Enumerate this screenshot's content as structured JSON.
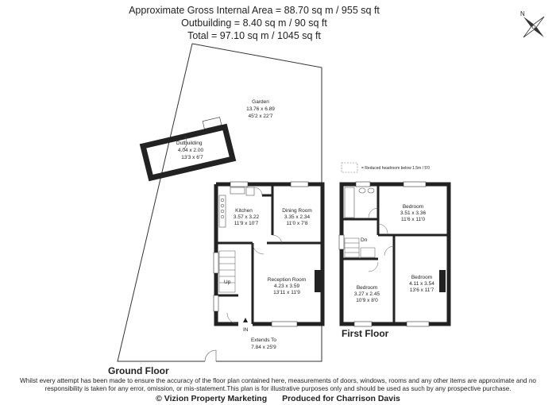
{
  "header": {
    "gross_area": "Approximate Gross Internal Area = 88.70 sq m / 955 sq ft",
    "outbuilding_area": "Outbuilding = 8.40 sq m / 90 sq ft",
    "total_area": "Total = 97.10 sq m / 1045 sq ft"
  },
  "compass": {
    "label": "N"
  },
  "legend": {
    "reduced_headroom": "= Reduced headroom below 1.5m / 5'0"
  },
  "ground_floor": {
    "label": "Ground Floor",
    "garden": {
      "name": "Garden",
      "metric": "13.76 x 6.89",
      "imperial": "45'2 x 22'7"
    },
    "outbuilding": {
      "name": "Outbuilding",
      "metric": "4.04 x 2.00",
      "imperial": "13'3 x 6'7"
    },
    "kitchen": {
      "name": "Kitchen",
      "metric": "3.57 x 3.22",
      "imperial": "11'9 x 10'7"
    },
    "dining": {
      "name": "Dining Room",
      "metric": "3.35 x 2.34",
      "imperial": "11'0 x 7'8"
    },
    "reception": {
      "name": "Reception Room",
      "metric": "4.23 x 3.59",
      "imperial": "13'11 x 11'9"
    },
    "stairs_up": "Up",
    "entrance": "IN",
    "extends": {
      "label": "Extends To",
      "value": "7.84 x 25'9"
    }
  },
  "first_floor": {
    "label": "First Floor",
    "bedroom1": {
      "name": "Bedroom",
      "metric": "3.51 x 3.36",
      "imperial": "11'6 x 11'0"
    },
    "bedroom2": {
      "name": "Bedroom",
      "metric": "4.11 x 3.54",
      "imperial": "13'6 x 11'7"
    },
    "bedroom3": {
      "name": "Bedroom",
      "metric": "3.27 x 2.45",
      "imperial": "10'9 x 8'0"
    },
    "stairs_down": "Dn"
  },
  "disclaimer": "Whilst every attempt has been made to ensure the accuracy of the floor plan contained here, measurements of doors, windows, rooms and any other items are approximate and no responsibility is taken for any error, omission, or mis-statement.This plan is for illustrative purposes only and should be used as such by any prospective purchase.",
  "credits": {
    "marketing": "© Vizion Property Marketing",
    "produced_for": "Produced for Charrison Davis"
  }
}
